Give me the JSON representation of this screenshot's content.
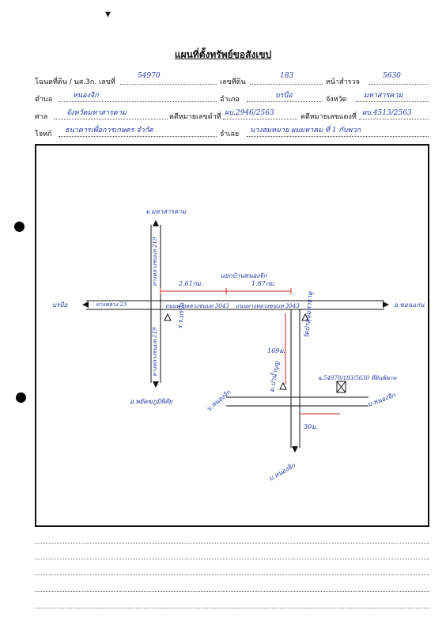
{
  "title": "แผนที่ตั้งทรัพย์ขอสังเขป",
  "header": {
    "row1": {
      "deed_label": "โฉนดที่ดิน / นส.3ก. เลขที่",
      "deed_no": "54970",
      "land_no_label": "เลขที่ดิน",
      "land_no": "183",
      "survey_page_label": "หน้าสำรวจ",
      "survey_page": "5630"
    },
    "row2": {
      "subdistrict_label": "ตำบล",
      "subdistrict": "หนองจิก",
      "district_label": "อำเภอ",
      "district": "บรบือ",
      "province_label": "จังหวัด",
      "province": "มหาสารคาม"
    },
    "row3": {
      "court_label": "ศาล",
      "court": "จังหวัดมหาสารคาม",
      "black_case_label": "คดีหมายเลขดำที่",
      "black_case": "ผบ.2946/2563",
      "red_case_label": "คดีหมายเลขแดงที่",
      "red_case": "ผบ.4513/2563"
    },
    "row4": {
      "plaintiff_label": "โจทก์",
      "plaintiff": "ธนาคารเพื่อการเกษตร จำกัด",
      "defendant_label": "จำเลย",
      "defendant": "นางสมหมาย ผมมหาคม ที่ 1 กับพวก"
    }
  },
  "map": {
    "north_label": "จ.มหาสารคาม",
    "west_label": "บรบือ",
    "east_label": "อ.ขอนแก่น",
    "south_label": "อ.พยัคฆภูมิพิสัย",
    "hwy_label_west": "ทางหลวง 23",
    "hwy_label_mid": "ถนนทางหลวงชนบท 3043",
    "hwy_label_east": "ถนนทางหลวงชนบท 3043",
    "nroad_label": "ทางหลวงชนบท 219",
    "sroad_label": "ทางหลวงชนบท 219",
    "dist_left": "2.61กม.",
    "dist_right": "1.87กม.",
    "junction_label": "แยกบ้านหนองจิก",
    "landmark_west": "ร.ร.บรบือ",
    "landmark_east": "วัดป่าสุขมหาธาตุ",
    "dist_vertical": "169ม.",
    "village_label": "ม.ป่าน้ำบุญ",
    "road_west_label": "บ.หนองจิก",
    "road_east_label": "บ.หนองจิก",
    "plot_label": "ฉ.54970/183/5630 ที่ดินพิพาท",
    "dist_bottom": "30ม.",
    "south_road_label": "บ.หนองจิก"
  },
  "colors": {
    "ink_blue": "#2236a8",
    "ink_red": "#d2232a"
  }
}
